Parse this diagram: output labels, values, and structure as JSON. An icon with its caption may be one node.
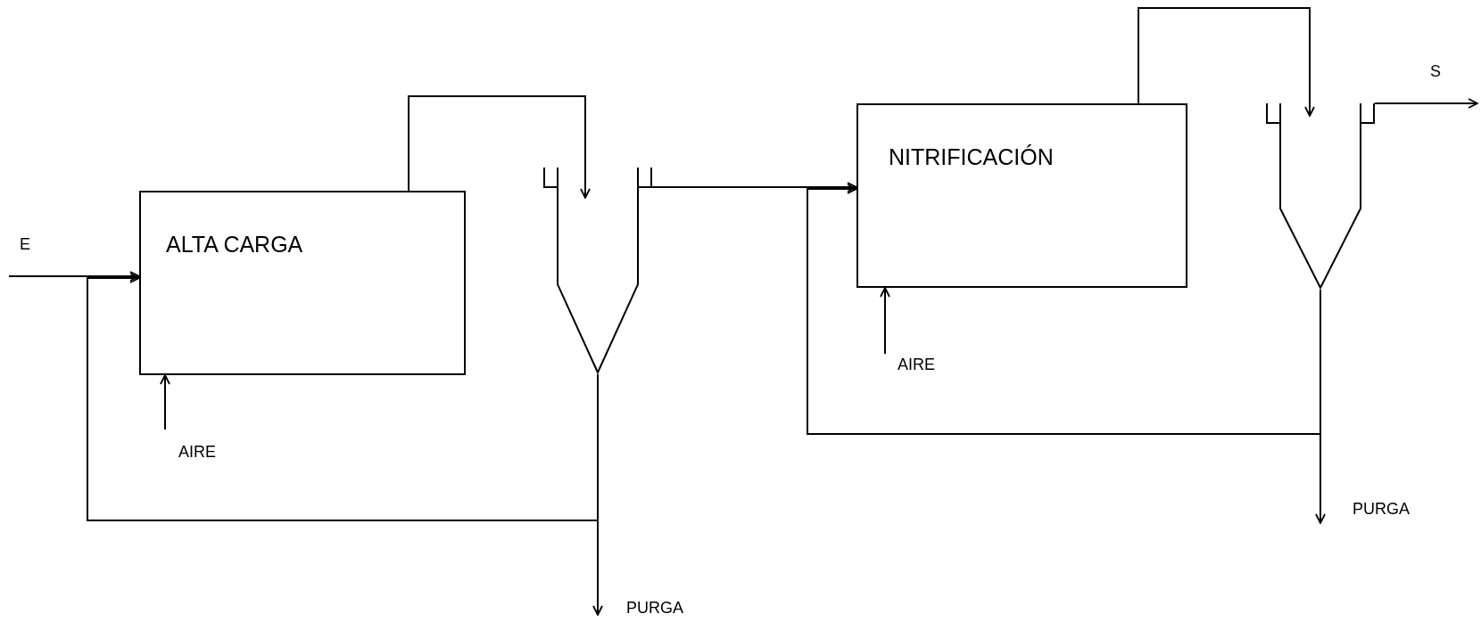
{
  "diagram": {
    "nodes": [
      {
        "text": [
          "ALTA CARGA"
        ]
      },
      {
        "text": [],
        "shape": "funnel"
      },
      {
        "text": [
          "NITRIFICACIÓN"
        ]
      },
      {
        "text": [],
        "shape": "funnel"
      }
    ],
    "edges": [
      {
        "from": null,
        "to": 0,
        "arrow": "to",
        "label": "E"
      },
      {
        "from": null,
        "to": 0,
        "arrow": "to",
        "label": "AIRE"
      },
      {
        "from": 0,
        "to": 1,
        "arrow": "to"
      },
      {
        "from": 1,
        "to": 0,
        "arrow": "to"
      },
      {
        "from": 1,
        "to": null,
        "arrow": "to",
        "label": "PURGA"
      },
      {
        "from": 1,
        "to": 2,
        "arrow": "to"
      },
      {
        "from": null,
        "to": 2,
        "arrow": "to",
        "label": "AIRE"
      },
      {
        "from": 2,
        "to": 3,
        "arrow": "to"
      },
      {
        "from": 3,
        "to": 2,
        "arrow": "to"
      },
      {
        "from": 3,
        "to": null,
        "arrow": "to",
        "label": "PURGA"
      },
      {
        "from": 3,
        "to": null,
        "arrow": "to",
        "label": "S"
      }
    ]
  }
}
